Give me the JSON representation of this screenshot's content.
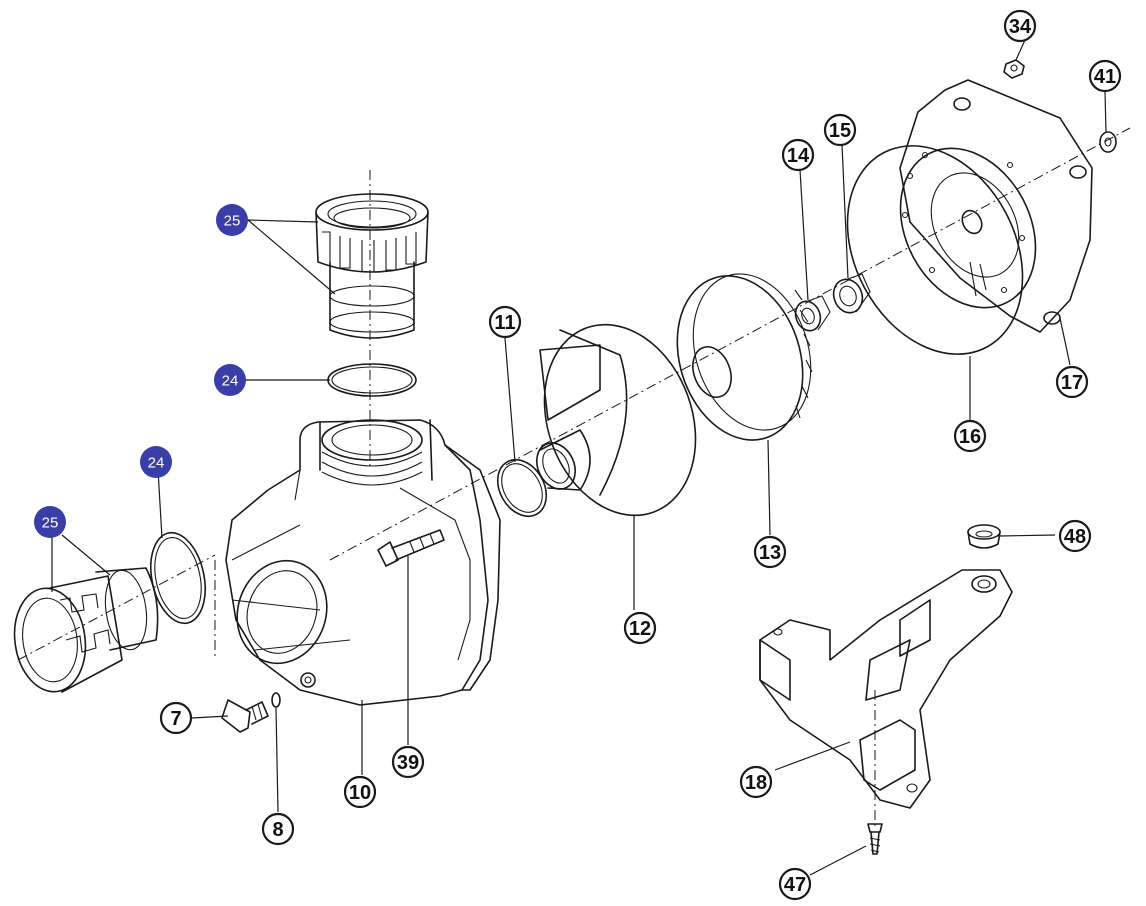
{
  "colors": {
    "badge": "#3a3ea8",
    "line": "#1a1a1a",
    "background": "#ffffff"
  },
  "callouts": [
    {
      "id": "34",
      "label": "34"
    },
    {
      "id": "41",
      "label": "41"
    },
    {
      "id": "15",
      "label": "15"
    },
    {
      "id": "14",
      "label": "14"
    },
    {
      "id": "11",
      "label": "11"
    },
    {
      "id": "17",
      "label": "17"
    },
    {
      "id": "16",
      "label": "16"
    },
    {
      "id": "13",
      "label": "13"
    },
    {
      "id": "48",
      "label": "48"
    },
    {
      "id": "12",
      "label": "12"
    },
    {
      "id": "7",
      "label": "7"
    },
    {
      "id": "39",
      "label": "39"
    },
    {
      "id": "18",
      "label": "18"
    },
    {
      "id": "10",
      "label": "10"
    },
    {
      "id": "8",
      "label": "8"
    },
    {
      "id": "47",
      "label": "47"
    }
  ],
  "badges": [
    {
      "id": "25-top",
      "label": "25"
    },
    {
      "id": "24-top",
      "label": "24"
    },
    {
      "id": "24-left",
      "label": "24"
    },
    {
      "id": "25-left",
      "label": "25"
    }
  ]
}
